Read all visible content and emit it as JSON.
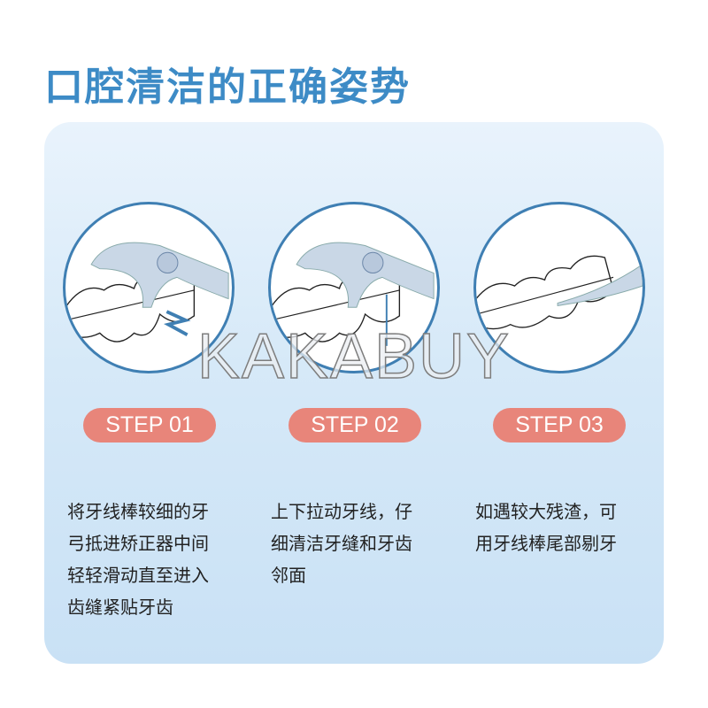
{
  "title": "口腔清洁的正确姿势",
  "watermark": "KAKABUY",
  "colors": {
    "title": "#3d8bc6",
    "pill": "#e8857a",
    "circle_border": "#3f7fb3"
  },
  "steps": [
    {
      "label": "STEP 01",
      "lines": [
        "将牙线棒较细的牙",
        "弓抵进矫正器中间",
        "轻轻滑动直至进入",
        "齿缝紧贴牙齿"
      ]
    },
    {
      "label": "STEP 02",
      "lines": [
        "上下拉动牙线，仔",
        "细清洁牙缝和牙齿",
        "邻面"
      ]
    },
    {
      "label": "STEP 03",
      "lines": [
        "如遇较大残渣，可",
        "用牙线棒尾部剔牙"
      ]
    }
  ]
}
